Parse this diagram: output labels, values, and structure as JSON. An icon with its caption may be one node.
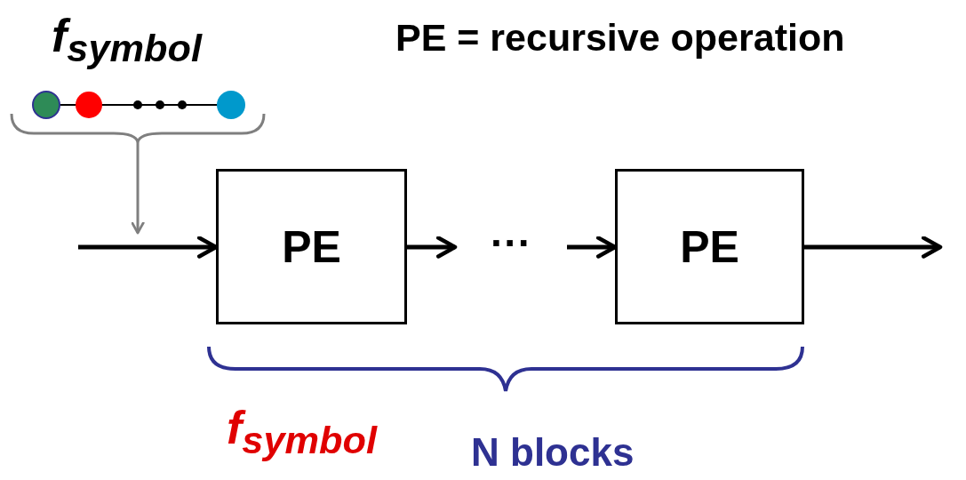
{
  "diagram": {
    "title": "PE = recursive operation",
    "nodes": [
      {
        "text": [
          "f$_{symbol}$"
        ]
      },
      {
        "text": [
          "PE"
        ]
      },
      {
        "text": [
          "···"
        ]
      },
      {
        "text": [
          "PE"
        ]
      }
    ],
    "edges": [
      {
        "from": null,
        "to": 1,
        "arrow": "to"
      },
      {
        "from": 1,
        "to": 2,
        "arrow": "to"
      },
      {
        "from": 2,
        "to": 3,
        "arrow": "to"
      },
      {
        "from": 3,
        "to": null,
        "arrow": "to"
      },
      {
        "from": 0,
        "to": null,
        "arrow": "to",
        "color": "#7f7f7f"
      }
    ],
    "labels": [
      "f$_{symbol}$",
      "N blocks"
    ]
  }
}
